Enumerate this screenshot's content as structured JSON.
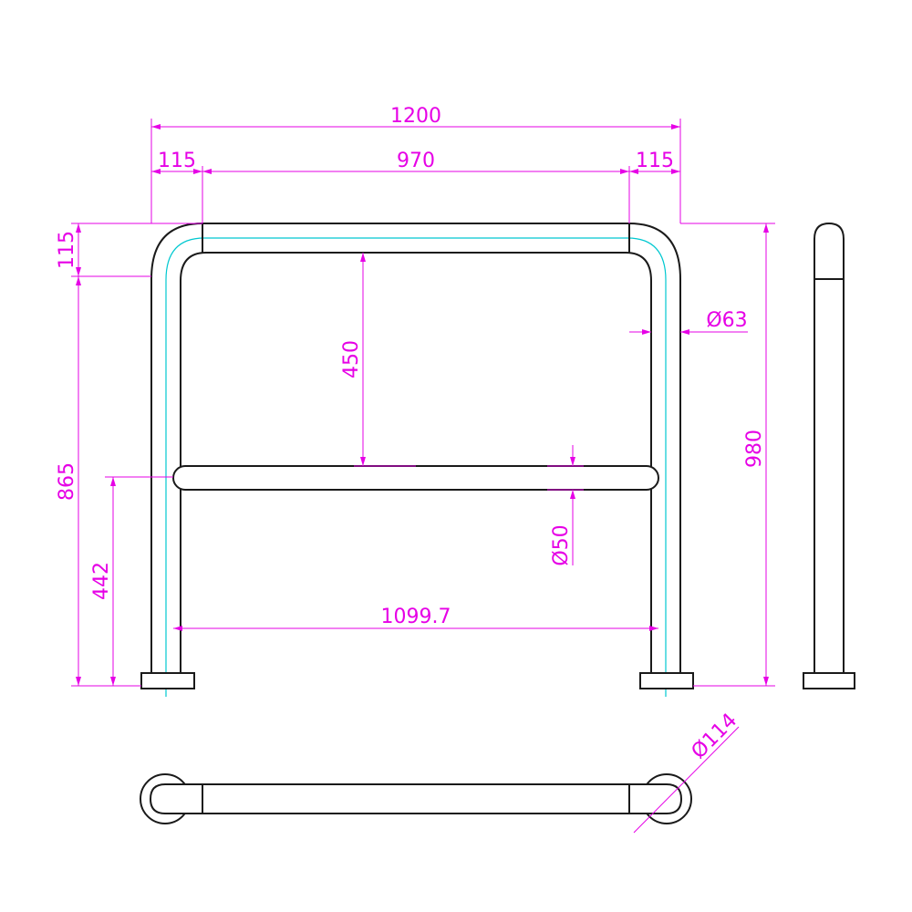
{
  "drawing": {
    "dimensions": {
      "overall_width": "1200",
      "left_offset": "115",
      "inner_width": "970",
      "right_offset": "115",
      "top_radius": "115",
      "lower_height": "865",
      "rail_spacing": "450",
      "tube_diameter": "Ø63",
      "total_height": "980",
      "rail_height": "442",
      "rail_diameter": "Ø50",
      "rail_length": "1099.7",
      "base_diameter": "Ø114"
    },
    "colors": {
      "outline": "#1a1a1a",
      "dimension": "#e600e6",
      "centerline": "#00c8d0"
    }
  }
}
